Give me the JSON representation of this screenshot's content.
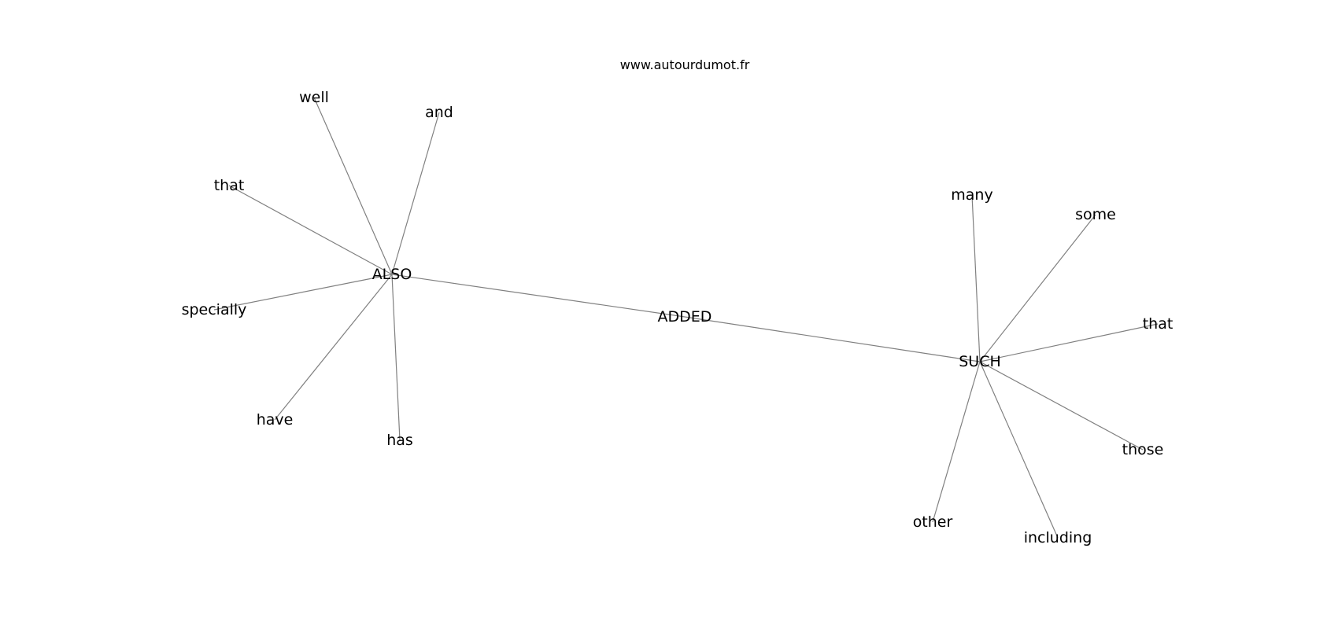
{
  "diagram": {
    "site": "www.autourdumot.fr",
    "edge_color": "#808080",
    "nodes": [
      {
        "id": "added",
        "label": "ADDED"
      },
      {
        "id": "also",
        "label": "ALSO"
      },
      {
        "id": "such",
        "label": "SUCH"
      },
      {
        "id": "well",
        "label": "well"
      },
      {
        "id": "and",
        "label": "and"
      },
      {
        "id": "that-also",
        "label": "that"
      },
      {
        "id": "specially",
        "label": "specially"
      },
      {
        "id": "have",
        "label": "have"
      },
      {
        "id": "has",
        "label": "has"
      },
      {
        "id": "many",
        "label": "many"
      },
      {
        "id": "some",
        "label": "some"
      },
      {
        "id": "that-such",
        "label": "that"
      },
      {
        "id": "those",
        "label": "those"
      },
      {
        "id": "including",
        "label": "including"
      },
      {
        "id": "other",
        "label": "other"
      }
    ],
    "edges": [
      {
        "from": "added",
        "to": "also"
      },
      {
        "from": "added",
        "to": "such"
      },
      {
        "from": "also",
        "to": "well"
      },
      {
        "from": "also",
        "to": "and"
      },
      {
        "from": "also",
        "to": "that-also"
      },
      {
        "from": "also",
        "to": "specially"
      },
      {
        "from": "also",
        "to": "have"
      },
      {
        "from": "also",
        "to": "has"
      },
      {
        "from": "such",
        "to": "many"
      },
      {
        "from": "such",
        "to": "some"
      },
      {
        "from": "such",
        "to": "that-such"
      },
      {
        "from": "such",
        "to": "those"
      },
      {
        "from": "such",
        "to": "including"
      },
      {
        "from": "such",
        "to": "other"
      }
    ]
  }
}
